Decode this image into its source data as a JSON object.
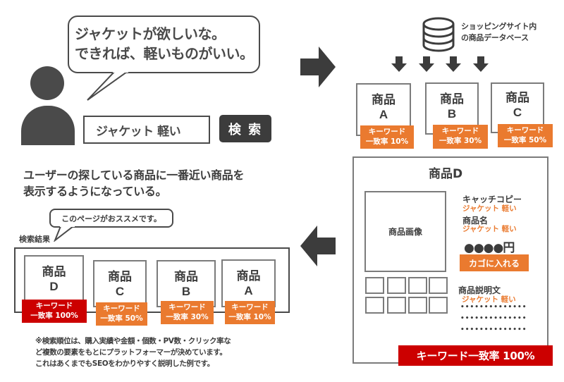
{
  "user": {
    "speech": [
      "ジャケットが欲しいな。",
      "できれば、軽いものがいい。"
    ],
    "search_query": "ジャケット 軽い",
    "search_button": "検 索"
  },
  "database": {
    "label": [
      "ショッピングサイト内",
      "の商品データベース"
    ]
  },
  "top_products": [
    {
      "title": "商品",
      "letter": "A",
      "badge": [
        "キーワード",
        "一致率 10%"
      ],
      "match_percent": 10
    },
    {
      "title": "商品",
      "letter": "B",
      "badge": [
        "キーワード",
        "一致率 30%"
      ],
      "match_percent": 30
    },
    {
      "title": "商品",
      "letter": "C",
      "badge": [
        "キーワード",
        "一致率 50%"
      ],
      "match_percent": 50
    }
  ],
  "product_detail": {
    "title": "商品D",
    "image_label": "商品画像",
    "catch_copy_label": "キャッチコピー",
    "catch_copy_value": "ジャケット 軽い",
    "name_label": "商品名",
    "name_value": "ジャケット 軽い",
    "price": "●●●●円",
    "cart_button": "カゴに入れる",
    "description_label": "商品説明文",
    "description_value": "ジャケット 軽い",
    "dots": "••••••••••••••",
    "match_banner": "キーワード一致率 100%"
  },
  "explanation": {
    "headline": [
      "ユーザーの探している商品に一番近い商品を",
      "表示するようになっている。"
    ],
    "recommend_bubble": "このページがおススメです。",
    "results_label": "検索結果"
  },
  "results": [
    {
      "title": "商品",
      "letter": "D",
      "badge": [
        "キーワード",
        "一致率 100%"
      ],
      "match_percent": 100,
      "highlight": true
    },
    {
      "title": "商品",
      "letter": "C",
      "badge": [
        "キーワード",
        "一致率 50%"
      ],
      "match_percent": 50
    },
    {
      "title": "商品",
      "letter": "B",
      "badge": [
        "キーワード",
        "一致率 30%"
      ],
      "match_percent": 30
    },
    {
      "title": "商品",
      "letter": "A",
      "badge": [
        "キーワード",
        "一致率 10%"
      ],
      "match_percent": 10
    }
  ],
  "note": [
    "※検索順位は、購入実績や金額・個数・PV数・クリック率な",
    "ど複数の要素をもとにプラットフォーマーが決めています。",
    "これはあくまでもSEOをわかりやすく説明した例です。"
  ],
  "colors": {
    "dark": "#3c3c3c",
    "orange": "#ea7a2f",
    "red": "#cc0000",
    "border_gray": "#7b7b7b"
  }
}
